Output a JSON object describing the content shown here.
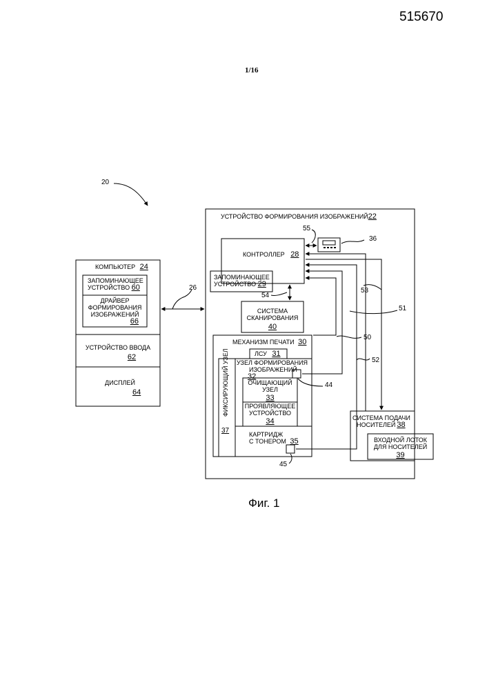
{
  "document_number": "515670",
  "sheet": "1/16",
  "caption": "Фиг. 1",
  "refs": {
    "system": "20",
    "link": "26",
    "r36": "36",
    "r44": "44",
    "r45": "45",
    "r50": "50",
    "r51": "51",
    "r52": "52",
    "r53": "53",
    "r54": "54",
    "r55": "55"
  },
  "computer": {
    "label": "КОМПЬЮТЕР",
    "num": "24",
    "memory_label_1": "ЗАПОМИНАЮЩЕЕ",
    "memory_label_2": "УСТРОЙСТВО",
    "memory_num": "60",
    "driver_label_1": "ДРАЙВЕР",
    "driver_label_2": "ФОРМИРОВАНИЯ",
    "driver_label_3": "ИЗОБРАЖЕНИЙ",
    "driver_num": "66",
    "input_label": "УСТРОЙСТВО ВВОДА",
    "input_num": "62",
    "display_label": "ДИСПЛЕЙ",
    "display_num": "64"
  },
  "device": {
    "label": "УСТРОЙСТВО ФОРМИРОВАНИЯ ИЗОБРАЖЕНИЙ",
    "num": "22",
    "controller_label": "КОНТРОЛЛЕР",
    "controller_num": "28",
    "memory_label_1": "ЗАПОМИНАЮЩЕЕ",
    "memory_label_2": "УСТРОЙСТВО",
    "memory_num": "29",
    "scan_label_1": "СИСТЕМА",
    "scan_label_2": "СКАНИРОВАНИЯ",
    "scan_num": "40",
    "engine_label": "МЕХАНИЗМ ПЕЧАТИ",
    "engine_num": "30",
    "lsu_label": "ЛСУ",
    "lsu_num": "31",
    "imaging_label_1": "УЗЕЛ ФОРМИРОВАНИЯ",
    "imaging_label_2": "ИЗОБРАЖЕНИЙ",
    "imaging_num": "32",
    "cleaning_label_1": "ОЧИЩАЮЩИЙ",
    "cleaning_label_2": "УЗЕЛ",
    "cleaning_num": "33",
    "developer_label_1": "ПРОЯВЛЯЮЩЕЕ",
    "developer_label_2": "УСТРОЙСТВО",
    "developer_num": "34",
    "fuser_label": "ФИКСИРУЮЩИЙ УЗЕЛ",
    "fuser_num": "37",
    "cartridge_label_1": "КАРТРИДЖ",
    "cartridge_label_2": "С ТОНЕРОМ",
    "cartridge_num": "35",
    "feed_label_1": "СИСТЕМА ПОДАЧИ",
    "feed_label_2": "НОСИТЕЛЕЙ",
    "feed_num": "38",
    "tray_label_1": "ВХОДНОЙ ЛОТОК",
    "tray_label_2": "ДЛЯ НОСИТЕЛЕЙ",
    "tray_num": "39"
  }
}
